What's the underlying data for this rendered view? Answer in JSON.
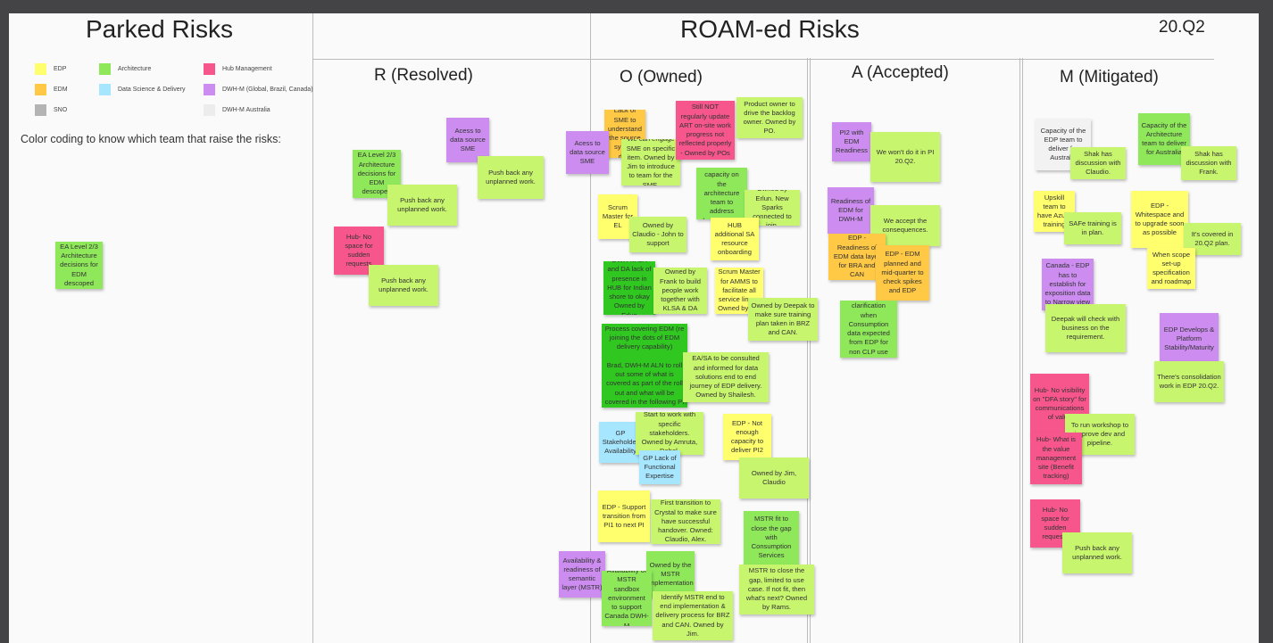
{
  "header": {
    "parked_title": "Parked Risks",
    "roam_title": "ROAM-ed Risks",
    "quarter": "20.Q2"
  },
  "columns": {
    "resolved": "R (Resolved)",
    "owned": "O (Owned)",
    "accepted": "A (Accepted)",
    "mitigated": "M (Mitigated)"
  },
  "legend": {
    "items": [
      {
        "label": "EDP",
        "color": "#ffff6e"
      },
      {
        "label": "Architecture",
        "color": "#8ee85a"
      },
      {
        "label": "Hub Management",
        "color": "#f7568c"
      },
      {
        "label": "EDM",
        "color": "#ffc845"
      },
      {
        "label": "Data Science & Delivery",
        "color": "#a6e6ff"
      },
      {
        "label": "DWH-M  (Global, Brazil, Canada)",
        "color": "#cc8cf0"
      },
      {
        "label": "SNO",
        "color": "#b4b4b4"
      },
      {
        "label": "DWH-M Australia",
        "color": "#ececec"
      }
    ],
    "caption": "Color coding to know which team that raise the risks:"
  },
  "notes": {
    "parked": [
      {
        "text": "EA Level 2/3 Architecture decisions for EDM descoped",
        "color": "green"
      }
    ],
    "resolved": [
      {
        "text": "Acess to data source SME",
        "color": "purple"
      },
      {
        "text": "Push back any unplanned work.",
        "color": "lime"
      },
      {
        "text": "EA Level 2/3 Architecture decisions for EDM descoped",
        "color": "green"
      },
      {
        "text": "Push back any unplanned work.",
        "color": "lime"
      },
      {
        "text": "Hub- No space for sudden requests",
        "color": "pink"
      },
      {
        "text": "Push back any unplanned work.",
        "color": "lime"
      }
    ],
    "owned": [
      {
        "text": "Lack of SME to understand the source system data",
        "color": "orange"
      },
      {
        "text": "Acess to data source SME",
        "color": "purple"
      },
      {
        "text": "We can engage SME on specific item. Owned by Jim to introduce to team for the SME.",
        "color": "lime"
      },
      {
        "text": "Still NOT regularly update ART on-site work progress not reflected properly - Owned by POs",
        "color": "pink"
      },
      {
        "text": "Product owner to drive the backlog owner. Owned by PO.",
        "color": "lime"
      },
      {
        "text": "Scrum Master for EL",
        "color": "yellow"
      },
      {
        "text": "Owned by Claudio - John to support",
        "color": "lime"
      },
      {
        "text": "Overall capacity on the architecture team to address dependencies",
        "color": "green"
      },
      {
        "text": "Owned by Erlun. New Sparks connected to join.",
        "color": "lime"
      },
      {
        "text": "HUB additional SA resource onboarding",
        "color": "yellow"
      },
      {
        "text": "DWH-M SA and DA lack of presence in HUB for Indian shore to okay Owned by Erlun",
        "color": "darkgreen"
      },
      {
        "text": "Owned by Frank to build people work together with KLSA & DA",
        "color": "lime"
      },
      {
        "text": "Scrum Master for AMMS to facilitate all service lines - Owned by SM",
        "color": "yellow"
      },
      {
        "text": "Owned by Deepak to make sure training plan taken in BRZ and CAN.",
        "color": "lime"
      },
      {
        "text": "Process covering EDM (re joining the dots of EDM delivery capability)\n\nBrad, DWH-M ALN to roll out some of what is covered as part of the roll out and what will be covered in the following PI",
        "color": "darkgreen"
      },
      {
        "text": "EA/SA to be consulted and informed for data solutions end to end journey of EDP delivery. Owned by Shailesh.",
        "color": "lime"
      },
      {
        "text": "GP Stakeholder Availability",
        "color": "blue"
      },
      {
        "text": "Start to work with specific stakeholders. Owned by Amruta, Debal.",
        "color": "lime"
      },
      {
        "text": "GP Lack of Functional Expertise",
        "color": "blue"
      },
      {
        "text": "EDP - Not enough capacity to deliver PI2",
        "color": "yellow"
      },
      {
        "text": "Owned by Jim, Claudio",
        "color": "lime"
      },
      {
        "text": "EDP - Support transition from PI1 to next PI",
        "color": "yellow"
      },
      {
        "text": "First transition to Crystal to make sure have successful handover. Owned: Claudio, Alex.",
        "color": "lime"
      },
      {
        "text": "MSTR fit to close the gap with Consumption Services",
        "color": "green"
      },
      {
        "text": "Availability & readiness of semantic layer (MSTR)",
        "color": "purple"
      },
      {
        "text": "Owned by the MSTR implementation",
        "color": "green"
      },
      {
        "text": "Availability of MSTR sandbox environment to support Canada DWH-M",
        "color": "green"
      },
      {
        "text": "MSTR to close the gap, limited to use case. If not fit, then what's next? Owned by Rams.",
        "color": "lime"
      },
      {
        "text": "Identify MSTR end to end implementation & delivery process for BRZ and CAN. Owned by Jim.",
        "color": "lime"
      }
    ],
    "accepted": [
      {
        "text": "PI2 with EDM Readiness",
        "color": "purple"
      },
      {
        "text": "We won't do it in PI 20.Q2.",
        "color": "lime"
      },
      {
        "text": "Readiness of EDM for DWH-M",
        "color": "purple"
      },
      {
        "text": "We accept the consequences.",
        "color": "lime"
      },
      {
        "text": "EDP - Readiness of EDM data layer for BRA and CAN",
        "color": "orange"
      },
      {
        "text": "EDP - EDM planned and mid-quarter to check spikes and EDP",
        "color": "orange"
      },
      {
        "text": "Lack of clarification when Consumption data expected from EDP for non CLP use cases",
        "color": "green"
      }
    ],
    "mitigated": [
      {
        "text": "Capacity of the EDP team to deliver for Australia",
        "color": "grey"
      },
      {
        "text": "Shak has discussion with Claudio.",
        "color": "lime"
      },
      {
        "text": "Capacity of the Architecture team to deliver for Australia",
        "color": "green"
      },
      {
        "text": "Shak has discussion with Frank.",
        "color": "lime"
      },
      {
        "text": "Upskill team to have Azure training",
        "color": "yellow"
      },
      {
        "text": "SAFe training is in plan.",
        "color": "lime"
      },
      {
        "text": "EDP - Whitespace and to upgrade soon as possible",
        "color": "yellow"
      },
      {
        "text": "It's covered in 20.Q2 plan.",
        "color": "lime"
      },
      {
        "text": "When scope set-up specification and roadmap",
        "color": "yellow"
      },
      {
        "text": "Canada - EDP has to establish for exposition data to Narrow view",
        "color": "purple"
      },
      {
        "text": "Deepak will check with business on the requirement.",
        "color": "lime"
      },
      {
        "text": "EDP Develops & Platform Stability/Maturity",
        "color": "purple"
      },
      {
        "text": "There's consolidation work in EDP 20.Q2.",
        "color": "lime"
      },
      {
        "text": "Hub- No visibility on \"DFA story\" for communications of value",
        "color": "pink"
      },
      {
        "text": "To run workshop to improve dev and pipeline.",
        "color": "lime"
      },
      {
        "text": "Hub- What is the value management site (Benefit tracking)",
        "color": "pink"
      },
      {
        "text": "Hub- No space for sudden requests",
        "color": "pink"
      },
      {
        "text": "Push back any unplanned work.",
        "color": "lime"
      }
    ]
  }
}
